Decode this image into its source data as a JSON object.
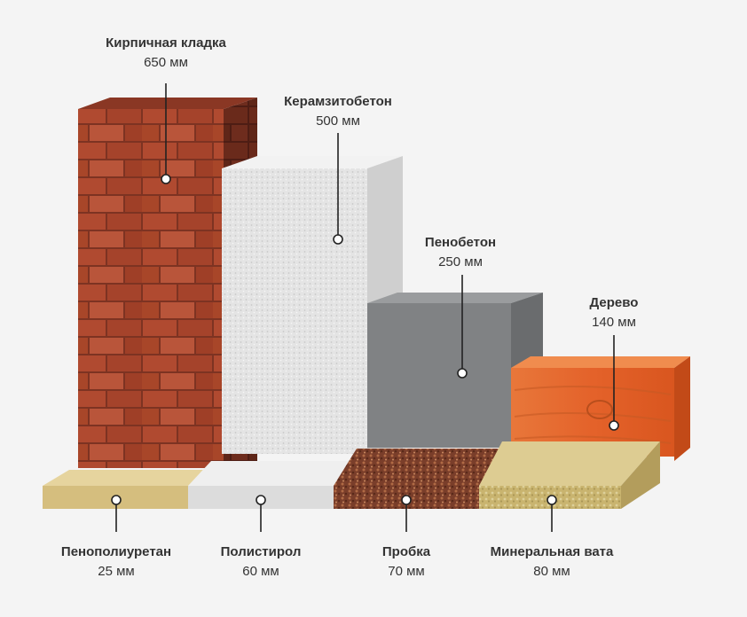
{
  "materials": [
    {
      "id": "brick",
      "name": "Кирпичная кладка",
      "thickness": "650 мм"
    },
    {
      "id": "clay",
      "name": "Керамзитобетон",
      "thickness": "500 мм"
    },
    {
      "id": "foam",
      "name": "Пенобетон",
      "thickness": "250 мм"
    },
    {
      "id": "wood",
      "name": "Дерево",
      "thickness": "140 мм"
    },
    {
      "id": "ppu",
      "name": "Пенополиуретан",
      "thickness": "25 мм"
    },
    {
      "id": "eps",
      "name": "Полистирол",
      "thickness": "60 мм"
    },
    {
      "id": "cork",
      "name": "Пробка",
      "thickness": "70 мм"
    },
    {
      "id": "wool",
      "name": "Минеральная вата",
      "thickness": "80 мм"
    }
  ],
  "colors": {
    "brick": "#a9482e",
    "brick_mortar": "#7d3322",
    "clay": "#e6e6e6",
    "foam": "#7f8183",
    "wood": "#e96a2c",
    "ppu": "#d8c38a",
    "eps": "#e2e2e2",
    "cork": "#8a4a32",
    "wool": "#cdbb7c"
  }
}
